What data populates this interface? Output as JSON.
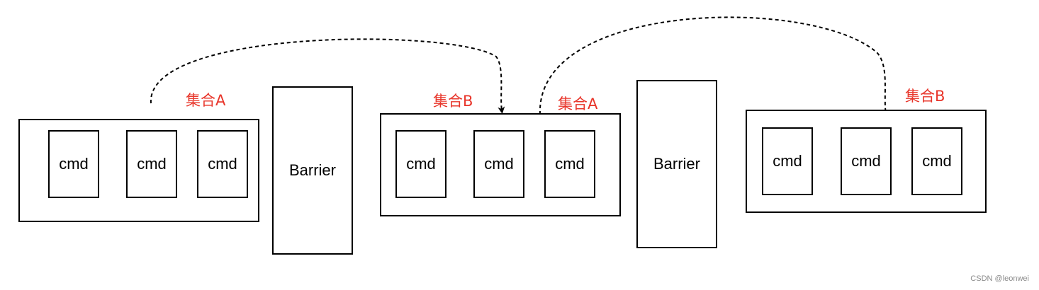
{
  "groups": [
    {
      "label": "集合A",
      "cmds": [
        "cmd",
        "cmd",
        "cmd"
      ]
    },
    {
      "label_left": "集合B",
      "label_right": "集合A",
      "cmds": [
        "cmd",
        "cmd",
        "cmd"
      ]
    },
    {
      "label": "集合B",
      "cmds": [
        "cmd",
        "cmd",
        "cmd"
      ]
    }
  ],
  "barriers": [
    "Barrier",
    "Barrier"
  ],
  "colors": {
    "label": "#e8352a",
    "stroke": "#000000"
  },
  "watermark": "CSDN @leonwei"
}
